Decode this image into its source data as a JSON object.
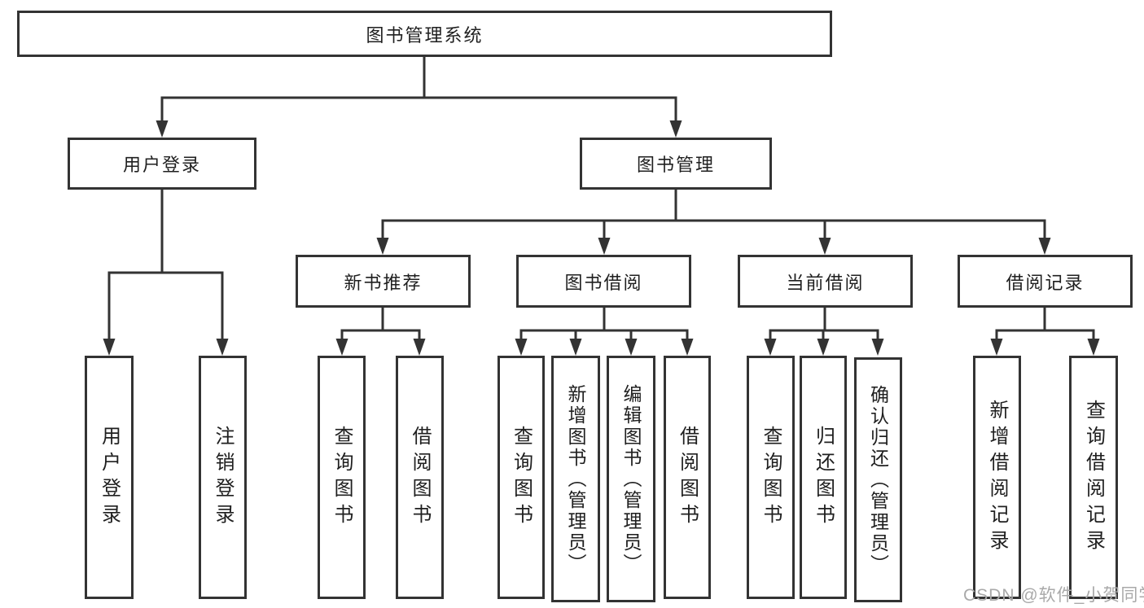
{
  "diagram": {
    "title": "图书管理系统",
    "nodes": {
      "root": "图书管理系统",
      "user_login": "用户登录",
      "book_mgmt": "图书管理",
      "new_books": "新书推荐",
      "book_borrow": "图书借阅",
      "current_borrow": "当前借阅",
      "borrow_records": "借阅记录",
      "leaf_user_login": "用户登录",
      "leaf_logout": "注销登录",
      "leaf_query_books_1": "查询图书",
      "leaf_borrow_books_1": "借阅图书",
      "leaf_query_books_2": "查询图书",
      "leaf_add_book": "新增图书（管理员）",
      "leaf_edit_book": "编辑图书（管理员）",
      "leaf_borrow_books_2": "借阅图书",
      "leaf_query_books_3": "查询图书",
      "leaf_return_book": "归还图书",
      "leaf_confirm_return": "确认归还（管理员）",
      "leaf_add_record": "新增借阅记录",
      "leaf_query_record": "查询借阅记录"
    },
    "watermark": "CSDN @软件_小贺同学",
    "colors": {
      "line": "#333333",
      "text": "#1f1f1f",
      "watermark": "#a9a9a9",
      "background": "#ffffff"
    }
  }
}
